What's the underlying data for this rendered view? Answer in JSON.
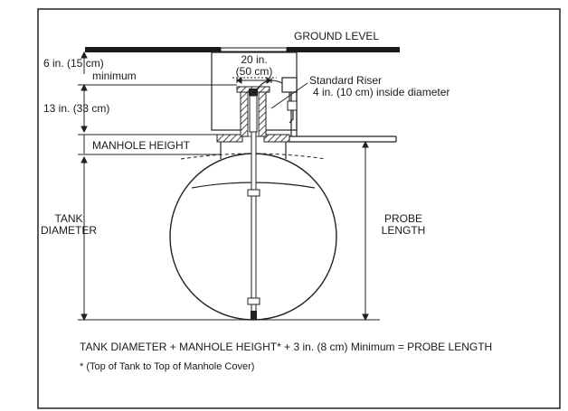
{
  "labels": {
    "ground_level": "GROUND LEVEL",
    "width_in": "20 in.",
    "width_cm": "(50 cm)",
    "depth_top": "6 in. (15 cm)",
    "minimum": "minimum",
    "riser_title": "Standard Riser",
    "riser_sub": "4 in. (10 cm) inside diameter",
    "depth_riser": "13 in. (33 cm)",
    "manhole_height": "MANHOLE HEIGHT",
    "tank_line1": "TANK",
    "tank_line2": "DIAMETER",
    "probe_line1": "PROBE",
    "probe_line2": "LENGTH"
  },
  "formula": "TANK DIAMETER + MANHOLE HEIGHT* + 3 in. (8 cm) Minimum = PROBE LENGTH",
  "footnote": "* (Top of Tank to Top of Manhole Cover)"
}
